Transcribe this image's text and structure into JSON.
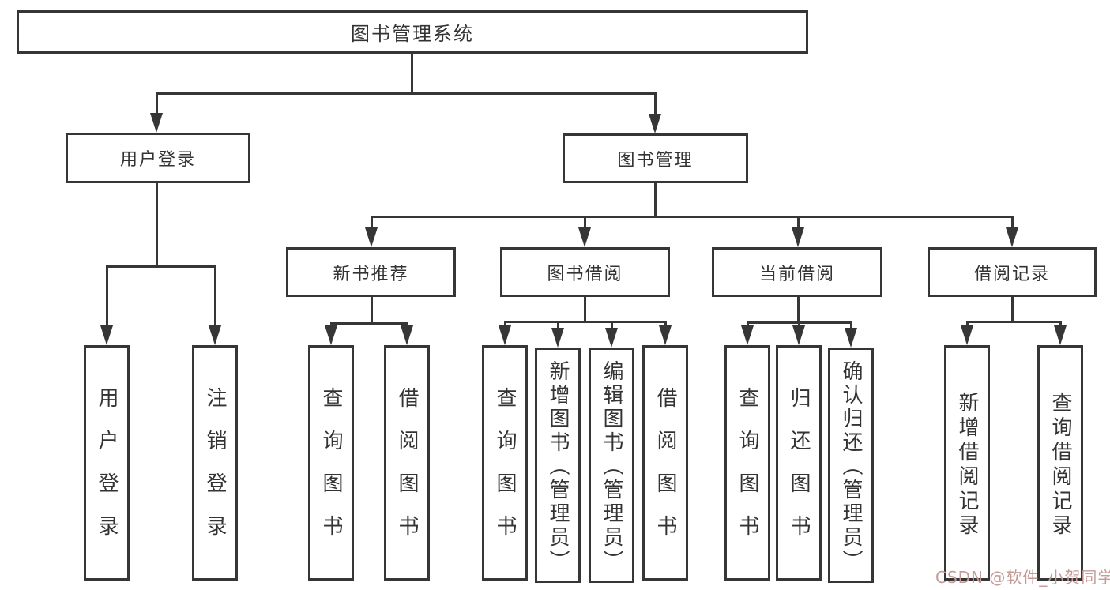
{
  "diagram": {
    "title": "图书管理系统",
    "type": "hierarchy-tree",
    "nodes": {
      "root": "图书管理系统",
      "user_login": "用户登录",
      "book_mgmt": "图书管理",
      "new_book_rec": "新书推荐",
      "book_borrow": "图书借阅",
      "current_borrow": "当前借阅",
      "borrow_records": "借阅记录",
      "leaf_user_login": "用户登录",
      "leaf_logout": "注销登录",
      "leaf_query_book_1": "查询图书",
      "leaf_borrow_book_1": "借阅图书",
      "leaf_query_book_2": "查询图书",
      "leaf_add_book": "新增图书（管理员）",
      "leaf_edit_book": "编辑图书（管理员）",
      "leaf_borrow_book_2": "借阅图书",
      "leaf_query_book_3": "查询图书",
      "leaf_return_book": "归还图书",
      "leaf_confirm_return": "确认归还（管理员）",
      "leaf_add_record": "新增借阅记录",
      "leaf_query_record": "查询借阅记录"
    },
    "tree": {
      "label": "图书管理系统",
      "children": [
        {
          "label": "用户登录",
          "children": [
            {
              "label": "用户登录"
            },
            {
              "label": "注销登录"
            }
          ]
        },
        {
          "label": "图书管理",
          "children": [
            {
              "label": "新书推荐",
              "children": [
                {
                  "label": "查询图书"
                },
                {
                  "label": "借阅图书"
                }
              ]
            },
            {
              "label": "图书借阅",
              "children": [
                {
                  "label": "查询图书"
                },
                {
                  "label": "新增图书（管理员）"
                },
                {
                  "label": "编辑图书（管理员）"
                },
                {
                  "label": "借阅图书"
                }
              ]
            },
            {
              "label": "当前借阅",
              "children": [
                {
                  "label": "查询图书"
                },
                {
                  "label": "归还图书"
                },
                {
                  "label": "确认归还（管理员）"
                }
              ]
            },
            {
              "label": "借阅记录",
              "children": [
                {
                  "label": "新增借阅记录"
                },
                {
                  "label": "查询借阅记录"
                }
              ]
            }
          ]
        }
      ]
    },
    "watermark": "CSDN @软件_小贺同学",
    "colors": {
      "line": "#363636",
      "border": "#363636",
      "text": "#333333",
      "watermark": "#c49a96",
      "background": "#ffffff"
    }
  }
}
